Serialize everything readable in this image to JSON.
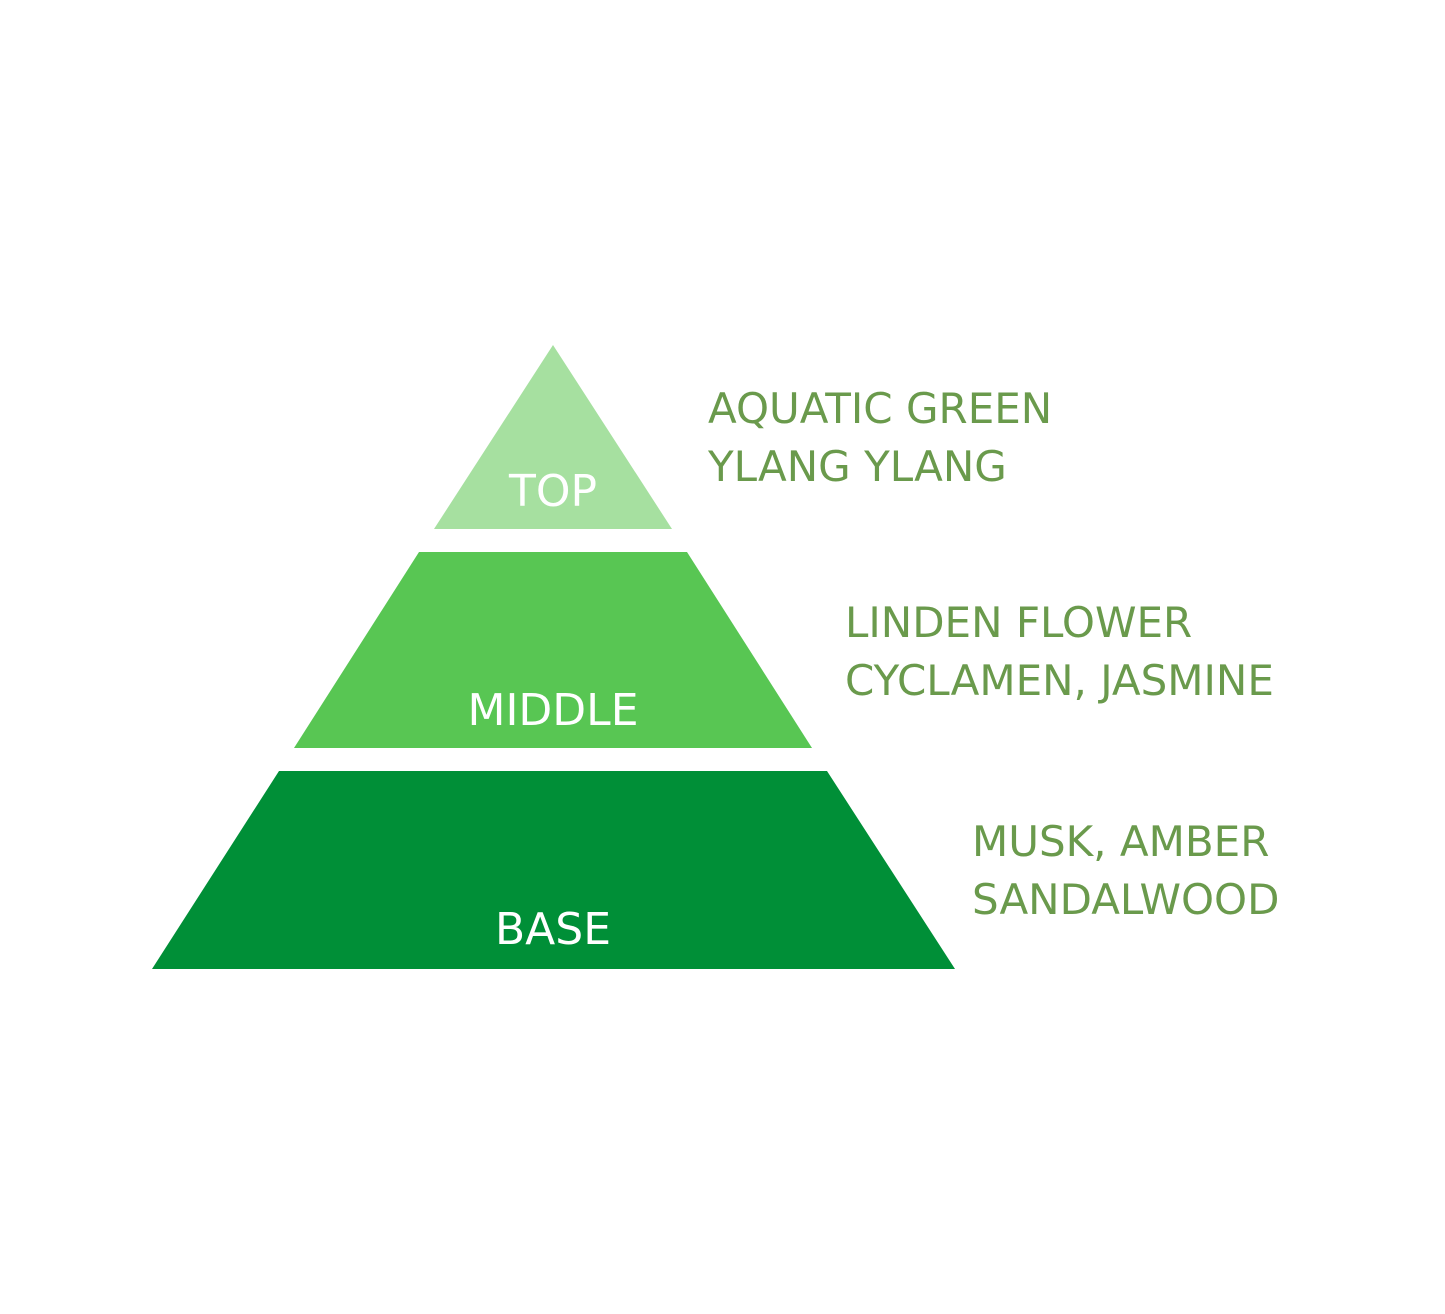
{
  "colors": {
    "background": "#ffffff",
    "top": "#a6e0a0",
    "middle": "#58c653",
    "base": "#008f37",
    "tier_label": "#ffffff",
    "notes": "#6a9a4c"
  },
  "pyramid": {
    "tiers": [
      {
        "label": "TOP",
        "notes": [
          "AQUATIC GREEN",
          "YLANG YLANG"
        ]
      },
      {
        "label": "MIDDLE",
        "notes": [
          "LINDEN FLOWER",
          "CYCLAMEN, JASMINE"
        ]
      },
      {
        "label": "BASE",
        "notes": [
          "MUSK, AMBER",
          "SANDALWOOD"
        ]
      }
    ]
  }
}
